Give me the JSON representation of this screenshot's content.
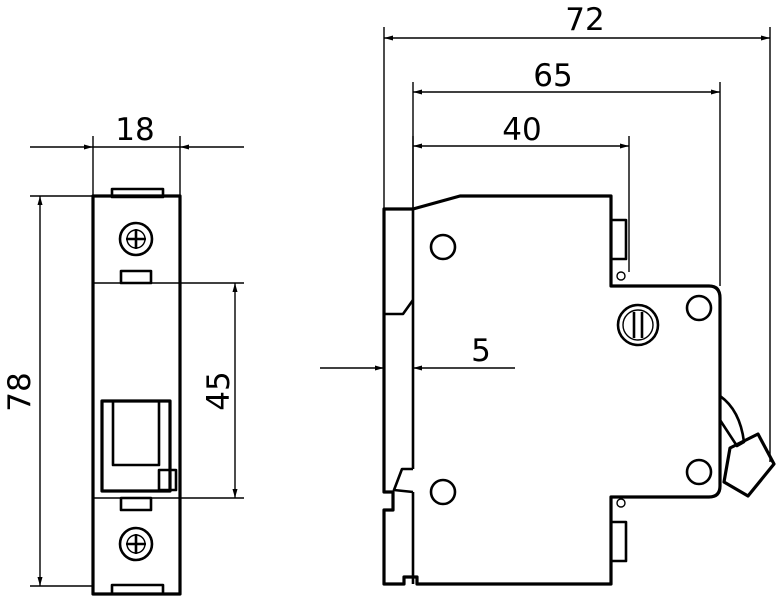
{
  "dimensions": {
    "front_width": "18",
    "front_height": "78",
    "front_inner_height": "45",
    "side_total_depth": "72",
    "side_body_depth": "65",
    "side_front_depth": "40",
    "side_offset": "5"
  }
}
